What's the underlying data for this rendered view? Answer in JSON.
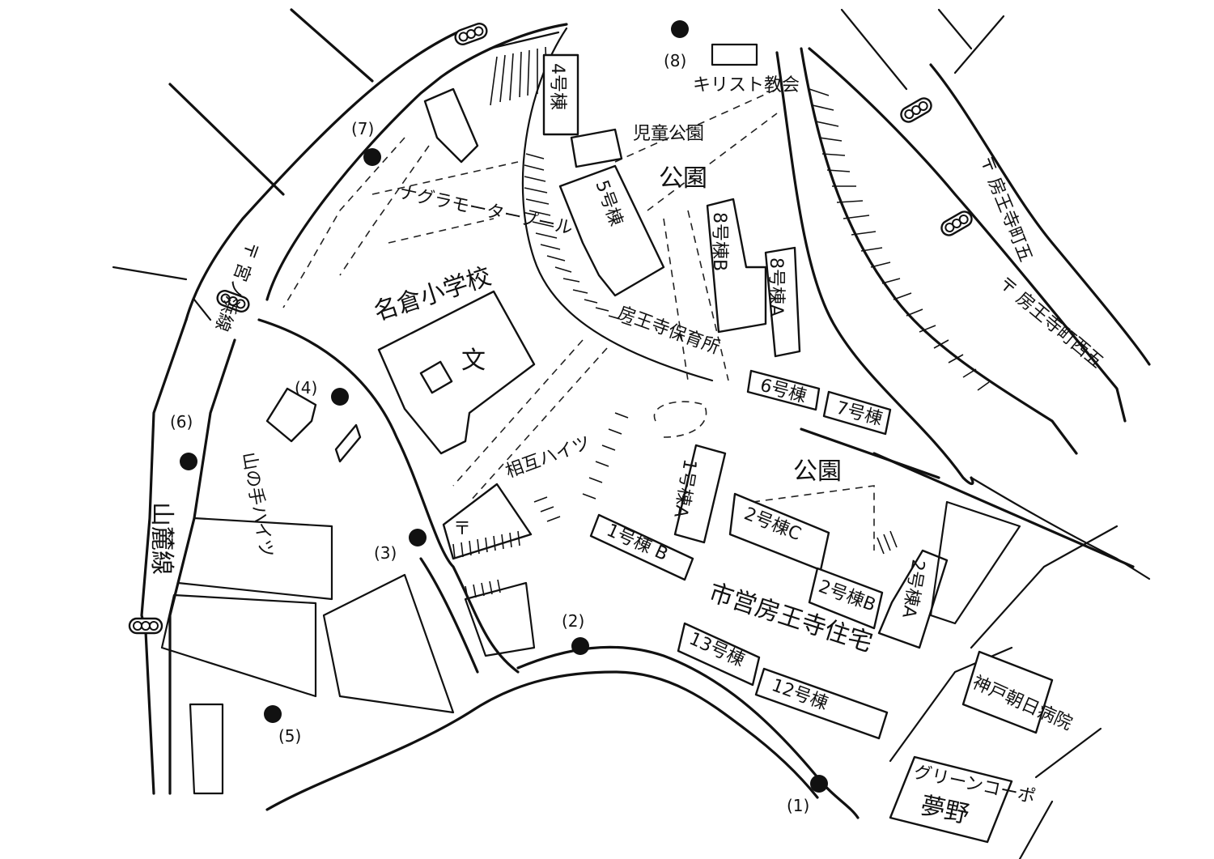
{
  "map": {
    "labels": {
      "school": "名倉小学校",
      "school_symbol": "文",
      "housing": "市営房王寺住宅",
      "church": "キリスト教会",
      "children_park": "児童公園",
      "park_north": "公園",
      "park_south": "公園",
      "nursery": "房王寺保育所",
      "motor_pool": "ナグラモータープール",
      "aioi_heights": "相互ハイツ",
      "yamanote_heights": "山の手ハイツ",
      "hospital": "神戸朝日病院",
      "green_corpo_1": "グリーンコーポ",
      "green_corpo_2": "夢野",
      "yamaroku_line": "山麓線",
      "post_office": "〒",
      "bus_stop_kuraz": "〒 宮ノ浜線",
      "bus_stop_nagata": "〒 房王寺町五",
      "bus_stop_bououji": "〒 房王寺町西五"
    },
    "buildings": {
      "b1a": "1号棟A",
      "b1b": "1号棟 B",
      "b2a": "2号棟A",
      "b2b": "2号棟B",
      "b2c": "2号棟C",
      "b4": "4号棟",
      "b5": "5号棟",
      "b6": "6号棟",
      "b7": "7号棟",
      "b8a": "8号棟A",
      "b8b": "8号棟B",
      "b12": "12号棟",
      "b13": "13号棟"
    },
    "points": [
      {
        "id": "p1",
        "label": "(1)"
      },
      {
        "id": "p2",
        "label": "(2)"
      },
      {
        "id": "p3",
        "label": "(3)"
      },
      {
        "id": "p4",
        "label": "(4)"
      },
      {
        "id": "p5",
        "label": "(5)"
      },
      {
        "id": "p6",
        "label": "(6)"
      },
      {
        "id": "p7",
        "label": "(7)"
      },
      {
        "id": "p8",
        "label": "(8)"
      }
    ]
  }
}
